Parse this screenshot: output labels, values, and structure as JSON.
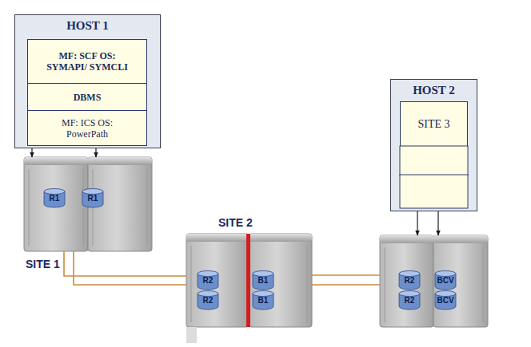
{
  "diagram": {
    "nodes": [
      {
        "text": [
          "HOST 1"
        ]
      },
      {
        "text": [
          "MF: SCF OS: SYMAPI/ SYMCLI"
        ],
        "in": 0
      },
      {
        "text": [
          "DBMS"
        ],
        "in": 0
      },
      {
        "text": [
          "MF: ICS OS: PowerPath"
        ],
        "in": 0
      },
      {
        "text": [
          "HOST 2"
        ]
      },
      {
        "text": [
          "SITE 3"
        ],
        "in": 4
      },
      {
        "text": [
          "SITE 1"
        ]
      },
      {
        "text": [
          "R1"
        ],
        "in": 6
      },
      {
        "text": [
          "R1"
        ],
        "in": 6
      },
      {
        "text": [
          "SITE 2"
        ]
      },
      {
        "text": [
          "R2"
        ],
        "in": 9
      },
      {
        "text": [
          "B1"
        ],
        "in": 9
      },
      {
        "text": [
          "R2"
        ],
        "in": 9
      },
      {
        "text": [
          "B1"
        ],
        "in": 9
      },
      {
        "text": []
      },
      {
        "text": [
          "R2"
        ],
        "in": 14
      },
      {
        "text": [
          "BCV"
        ],
        "in": 14
      },
      {
        "text": [
          "R2"
        ],
        "in": 14
      },
      {
        "text": [
          "BCV"
        ],
        "in": 14
      }
    ],
    "edges": [
      {
        "from": 0,
        "to": 6,
        "arrow": "to"
      },
      {
        "from": 0,
        "to": 6,
        "arrow": "to"
      },
      {
        "from": 6,
        "to": 9,
        "arrow": "none"
      },
      {
        "from": 6,
        "to": 9,
        "arrow": "none"
      },
      {
        "from": 9,
        "to": 14,
        "arrow": "none"
      },
      {
        "from": 9,
        "to": 14,
        "arrow": "none"
      },
      {
        "from": 4,
        "to": 14,
        "arrow": "to"
      },
      {
        "from": 4,
        "to": 14,
        "arrow": "to"
      }
    ]
  }
}
